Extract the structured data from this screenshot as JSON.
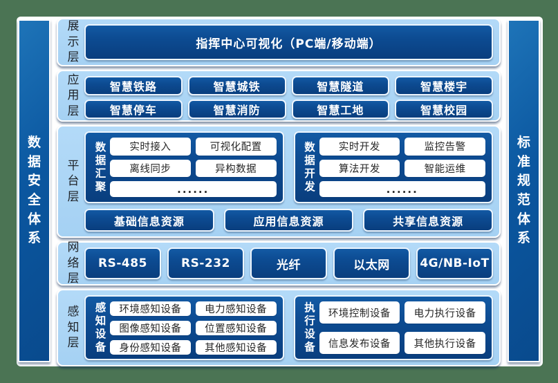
{
  "colors": {
    "frame_green": "#4b7454",
    "slide_white": "#ffffff",
    "band_blue": "#a9d4f4",
    "box_dark_blue": "#0d4c93",
    "pillar_blue": "#0b57a0",
    "text_dark": "#1f2328",
    "text_light": "#ffffff"
  },
  "pillars": {
    "left_label": "数据安全体系",
    "right_label": "标准规范体系"
  },
  "layers": {
    "display": {
      "label": "展示层",
      "title": "指挥中心可视化（PC端/移动端）"
    },
    "application": {
      "label": "应用层",
      "items": [
        "智慧铁路",
        "智慧城铁",
        "智慧隧道",
        "智慧楼宇",
        "智慧停车",
        "智慧消防",
        "智慧工地",
        "智慧校园"
      ]
    },
    "platform": {
      "label": "平台层",
      "groups": [
        {
          "label": "数据汇聚",
          "items": [
            "实时接入",
            "可视化配置",
            "离线同步",
            "异构数据"
          ],
          "more": "......"
        },
        {
          "label": "数据开发",
          "items": [
            "实时开发",
            "监控告警",
            "算法开发",
            "智能运维"
          ],
          "more": "......"
        }
      ],
      "resources": [
        "基础信息资源",
        "应用信息资源",
        "共享信息资源"
      ]
    },
    "network": {
      "label": "网络层",
      "items": [
        "RS-485",
        "RS-232",
        "光纤",
        "以太网",
        "4G/NB-IoT"
      ]
    },
    "perception": {
      "label": "感知层",
      "groups": [
        {
          "label": "感知设备",
          "items": [
            "环境感知设备",
            "电力感知设备",
            "图像感知设备",
            "位置感知设备",
            "身份感知设备",
            "其他感知设备"
          ]
        },
        {
          "label": "执行设备",
          "items": [
            "环境控制设备",
            "电力执行设备",
            "信息发布设备",
            "其他执行设备"
          ]
        }
      ]
    }
  }
}
